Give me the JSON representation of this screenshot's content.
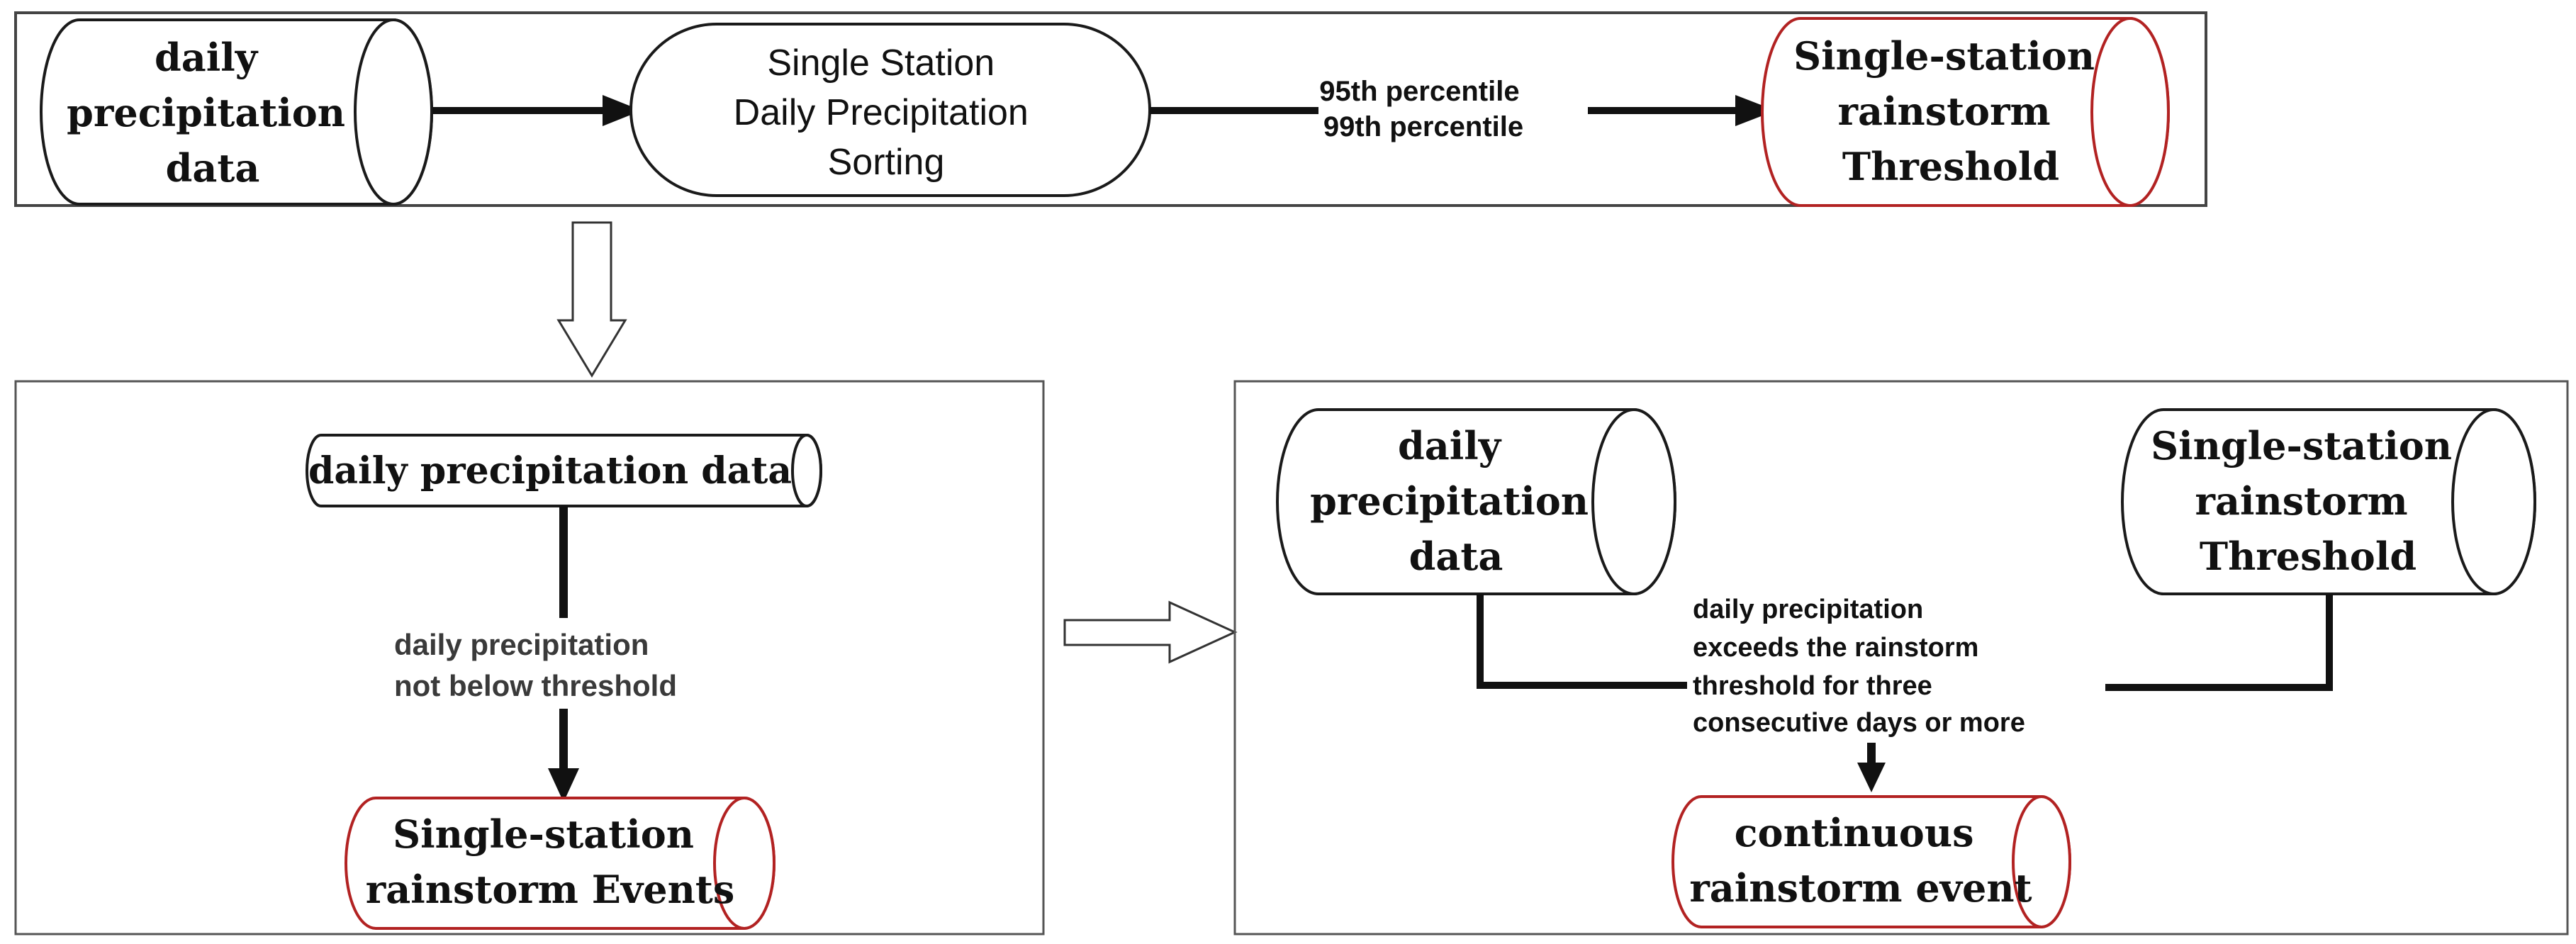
{
  "top_row": {
    "input_cylinder": {
      "lines": [
        "daily",
        "precipitation",
        "data"
      ]
    },
    "process_terminal": {
      "lines": [
        "Single Station",
        "Daily Precipitation",
        "Sorting"
      ]
    },
    "arrow_label": {
      "lines": [
        "95th percentile",
        "99th percentile"
      ]
    },
    "output_cylinder": {
      "lines": [
        "Single-station",
        "rainstorm",
        "Threshold"
      ]
    }
  },
  "left_panel": {
    "input_cylinder": {
      "lines": [
        "daily precipitation data"
      ]
    },
    "condition_label": {
      "lines": [
        "daily precipitation",
        "not below threshold"
      ]
    },
    "output_cylinder": {
      "lines": [
        "Single-station",
        "rainstorm Events"
      ]
    }
  },
  "right_panel": {
    "input_cylinder": {
      "lines": [
        "daily",
        "precipitation",
        "data"
      ]
    },
    "threshold_cylinder": {
      "lines": [
        "Single-station",
        "rainstorm",
        "Threshold"
      ]
    },
    "condition_label": {
      "lines": [
        "daily precipitation",
        "exceeds the rainstorm",
        "threshold for three",
        "consecutive days or more"
      ]
    },
    "output_cylinder": {
      "lines": [
        "continuous",
        "rainstorm event"
      ]
    }
  },
  "colors": {
    "outline": "#1a1a1a",
    "highlight_outline": "#b22222",
    "panel_border": "#555555",
    "text": "#111111"
  }
}
